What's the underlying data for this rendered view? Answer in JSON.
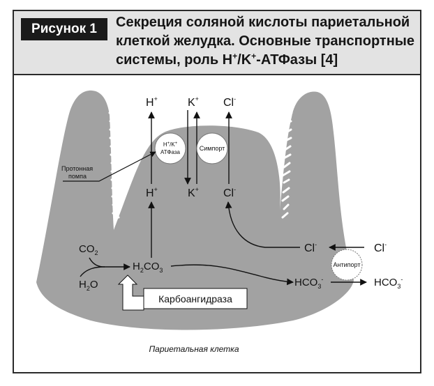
{
  "figure": {
    "badge": "Рисунок 1",
    "title_main": "Секреция соляной кислоты париетальной клеткой желудка. Основные транспортные системы, роль H",
    "title_sup1": "+",
    "title_slash": "/K",
    "title_sup2": "+",
    "title_end": "-АТФазы [4]",
    "caption": "Париетальная клетка"
  },
  "diagram": {
    "ions_top": {
      "h": "H",
      "k": "K",
      "cl": "Cl",
      "plus": "+",
      "minus": "-"
    },
    "pump": {
      "line1": "H",
      "sup1": "+",
      "slash": "/K",
      "sup2": "+",
      "line2": "АТФаза"
    },
    "symport": "Симпорт",
    "antiport": "Антипорт",
    "proton_pump_label": {
      "line1": "Протонная",
      "line2": "помпа"
    },
    "co2": {
      "base": "CO",
      "sub": "2"
    },
    "h2o": {
      "base1": "H",
      "sub": "2",
      "base2": "O"
    },
    "h2co3": {
      "b1": "H",
      "s1": "2",
      "b2": "CO",
      "s2": "3"
    },
    "hco3": {
      "base": "HCO",
      "sub": "3",
      "charge": "-"
    },
    "carbonic_anhydrase": "Карбоангидраза"
  }
}
